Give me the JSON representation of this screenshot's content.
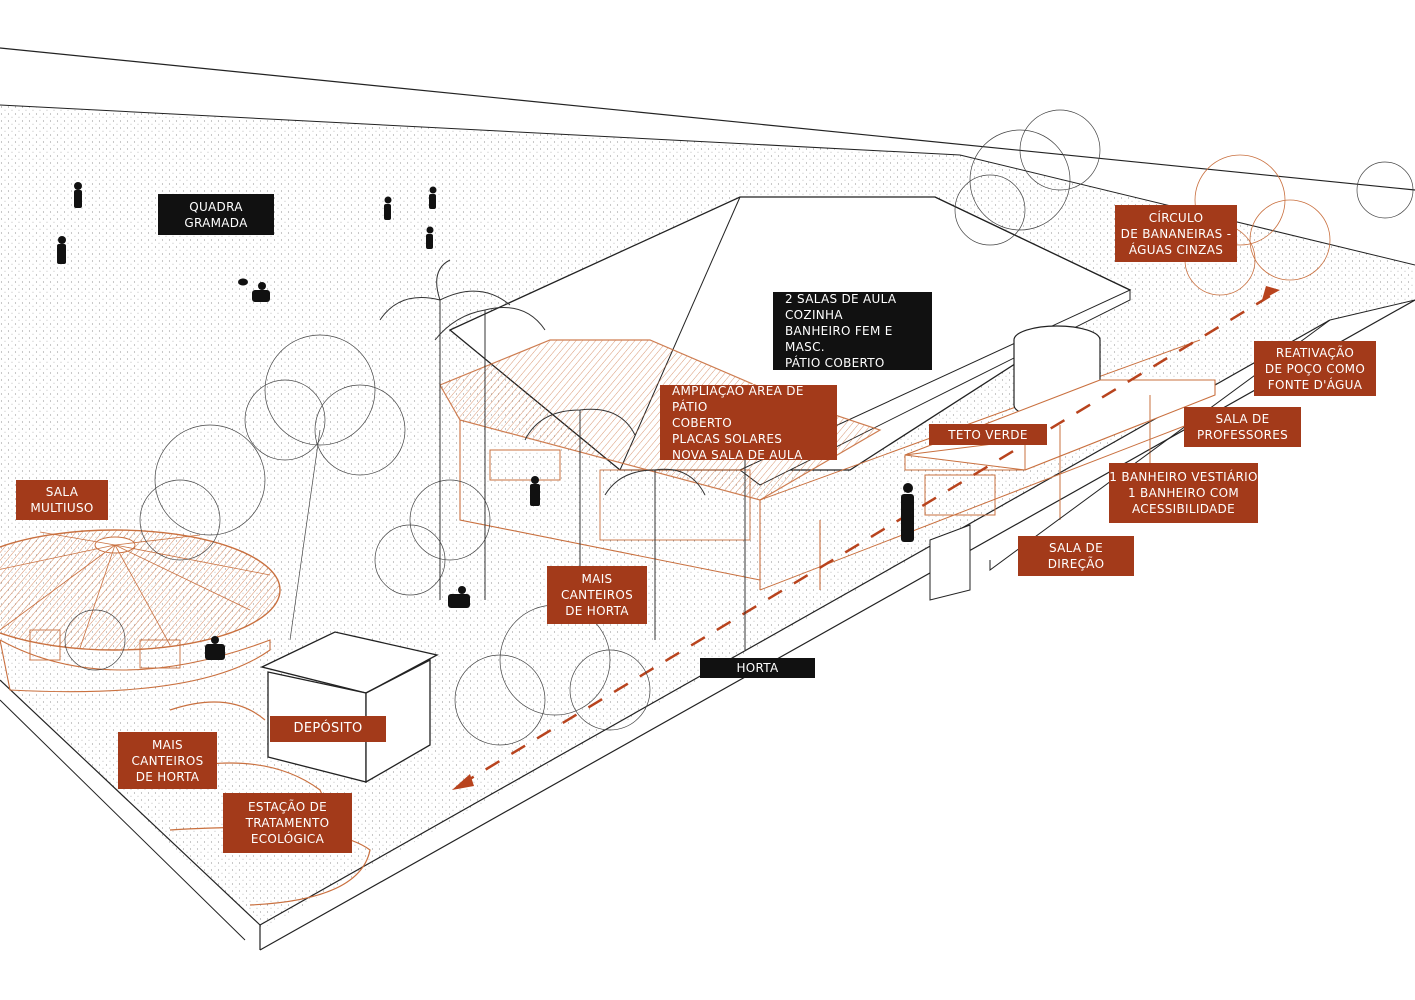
{
  "colors": {
    "accent": "#a33a1a",
    "label_dark": "#111111",
    "line": "#333333",
    "orange_line": "#c9703f",
    "orange_fill": "#e8a37c"
  },
  "labels": {
    "quadra": "QUADRA\nGRAMADA",
    "salas_aula": "2 SALAS DE AULA\nCOZINHA\nBANHEIRO FEM E MASC.\nPÁTIO COBERTO",
    "circulo": "CÍRCULO\nDE BANANEIRAS -\nÁGUAS CINZAS",
    "reativacao": "REATIVAÇÃO\nDE POÇO COMO\nFONTE D'ÁGUA",
    "ampliacao": "AMPLIAÇÃO ÁREA DE PÁTIO\nCOBERTO\nPLACAS SOLARES\nNOVA SALA DE AULA",
    "teto_verde": "TETO VERDE",
    "sala_professores": "SALA DE\nPROFESSORES",
    "banheiros": "1 BANHEIRO VESTIÁRIO\n1 BANHEIRO COM\nACESSIBILIDADE",
    "sala_direcao": "SALA DE\nDIREÇÃO",
    "sala_multiuso": "SALA\nMULTIUSO",
    "mais_canteiros_1": "MAIS\nCANTEIROS\nDE HORTA",
    "horta": "HORTA",
    "deposito": "DEPÓSITO",
    "mais_canteiros_2": "MAIS\nCANTEIROS\nDE HORTA",
    "estacao": "ESTAÇÃO DE\nTRATAMENTO\nECOLÓGICA"
  },
  "icons": [
    "person-figure-icon",
    "ball-icon",
    "tree-icon",
    "palm-tree-icon",
    "water-tank-icon",
    "path-arrow-icon"
  ]
}
